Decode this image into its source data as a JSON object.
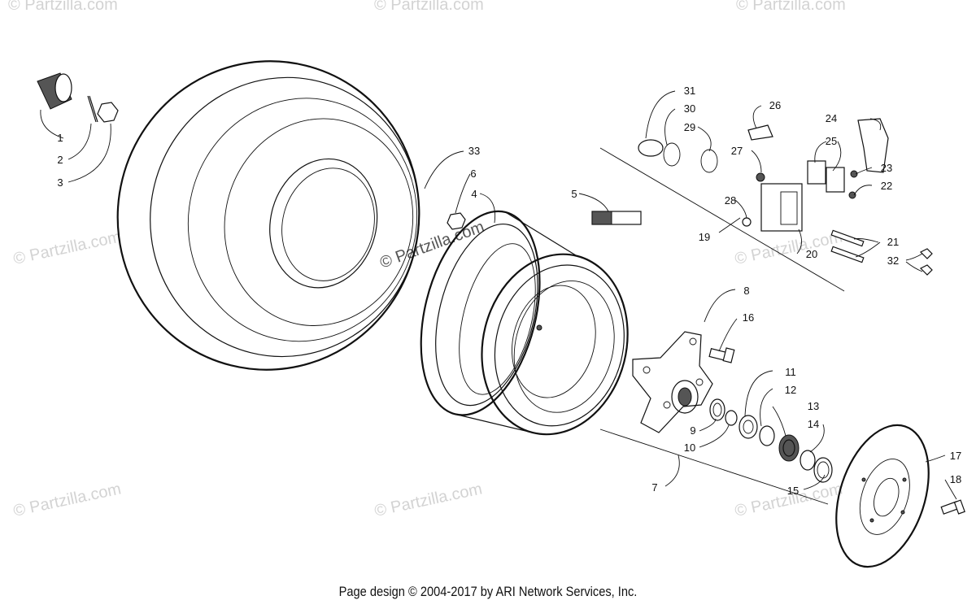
{
  "watermark": "© Partzilla.com",
  "footer_text": "Page design © 2004-2017 by ARI Network Services, Inc.",
  "callouts": {
    "c1": "1",
    "c2": "2",
    "c3": "3",
    "c4": "4",
    "c5": "5",
    "c6": "6",
    "c7": "7",
    "c8": "8",
    "c9": "9",
    "c10": "10",
    "c11": "11",
    "c12": "12",
    "c13": "13",
    "c14": "14",
    "c15": "15",
    "c16": "16",
    "c17": "17",
    "c18": "18",
    "c19": "19",
    "c20": "20",
    "c21": "21",
    "c22": "22",
    "c23": "23",
    "c24": "24",
    "c25": "25",
    "c26": "26",
    "c27": "27",
    "c28": "28",
    "c29": "29",
    "c30": "30",
    "c31": "31",
    "c32": "32",
    "c33": "33"
  }
}
